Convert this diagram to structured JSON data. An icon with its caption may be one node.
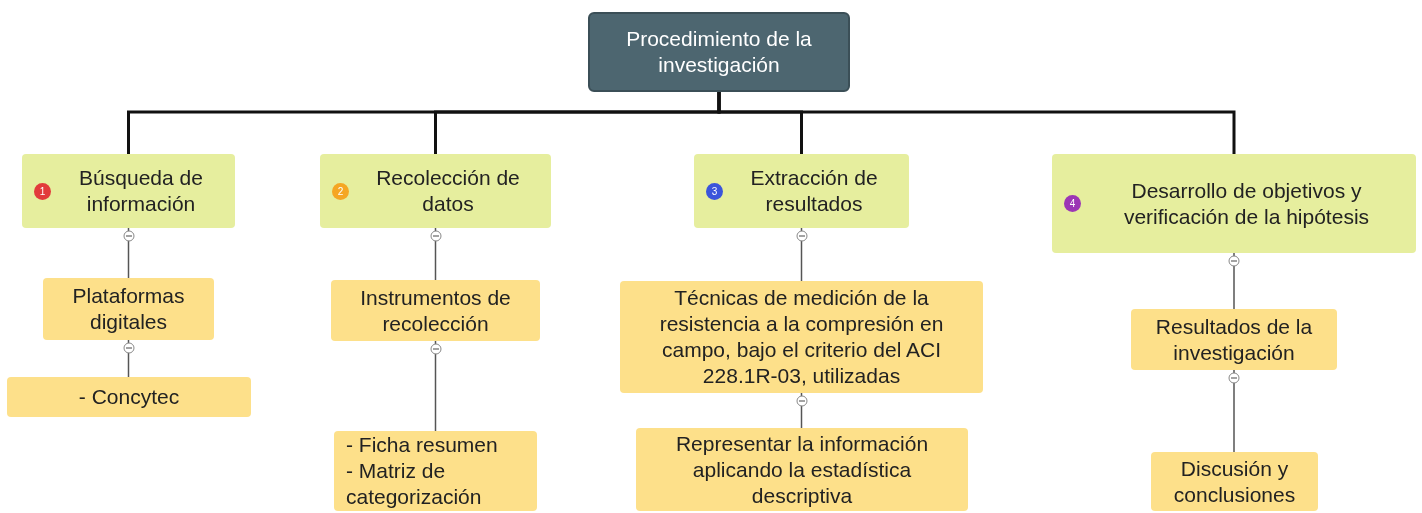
{
  "diagram": {
    "nodes": [
      {
        "text": [
          "Procedimiento de la investigación"
        ]
      },
      {
        "text": [
          "1",
          "Búsqueda de información"
        ]
      },
      {
        "text": [
          "2",
          "Recolección de datos"
        ]
      },
      {
        "text": [
          "3",
          "Extracción de resultados"
        ]
      },
      {
        "text": [
          "4",
          "Desarrollo de objetivos y verificación de la hipótesis"
        ]
      },
      {
        "text": [
          "Plataformas digitales"
        ]
      },
      {
        "text": [
          "Instrumentos de recolección"
        ]
      },
      {
        "text": [
          "Técnicas de medición de la resistencia a la compresión en campo, bajo el criterio del ACI 228.1R-03, utilizadas"
        ]
      },
      {
        "text": [
          "Resultados de la investigación"
        ]
      },
      {
        "text": [
          "- Concytec"
        ]
      },
      {
        "text": [
          "- Ficha resumen",
          "- Matriz de categorización"
        ]
      },
      {
        "text": [
          "Representar la información aplicando la estadística descriptiva"
        ]
      },
      {
        "text": [
          "Discusión y conclusiones"
        ]
      }
    ],
    "edges": [
      {
        "from": 0,
        "to": 1,
        "arrow": "none"
      },
      {
        "from": 0,
        "to": 2,
        "arrow": "none"
      },
      {
        "from": 0,
        "to": 3,
        "arrow": "none"
      },
      {
        "from": 0,
        "to": 4,
        "arrow": "none"
      },
      {
        "from": 1,
        "to": 5,
        "arrow": "none"
      },
      {
        "from": 5,
        "to": 9,
        "arrow": "none"
      },
      {
        "from": 2,
        "to": 6,
        "arrow": "none"
      },
      {
        "from": 6,
        "to": 10,
        "arrow": "none"
      },
      {
        "from": 3,
        "to": 7,
        "arrow": "none"
      },
      {
        "from": 7,
        "to": 11,
        "arrow": "none"
      },
      {
        "from": 4,
        "to": 8,
        "arrow": "none"
      },
      {
        "from": 8,
        "to": 12,
        "arrow": "none"
      }
    ]
  }
}
